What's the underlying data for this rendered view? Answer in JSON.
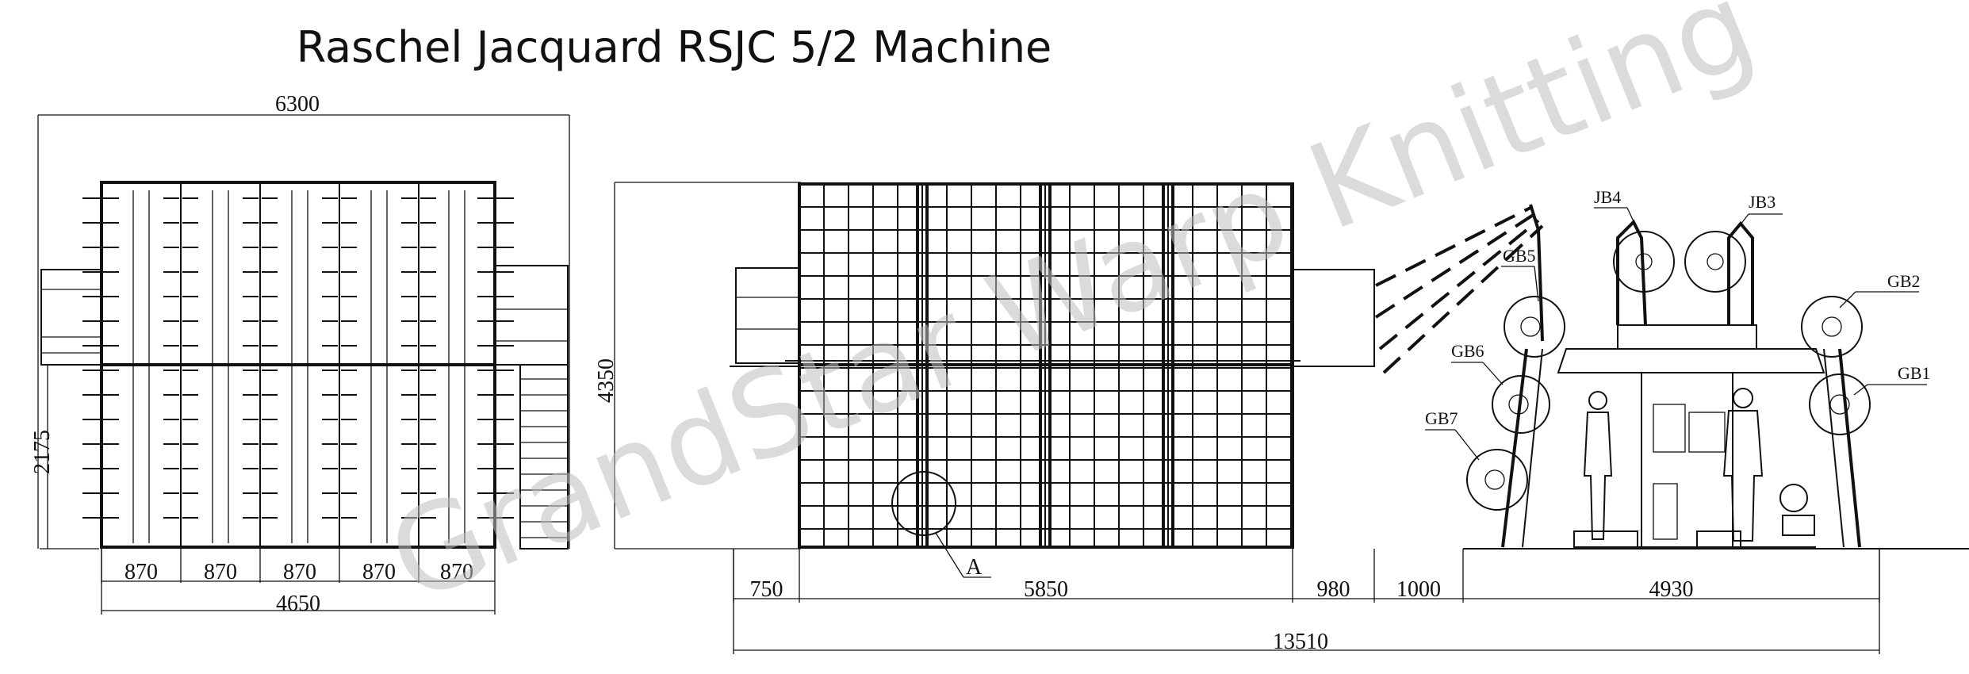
{
  "title": "Raschel Jacquard RSJC 5/2 Machine",
  "watermark": "GrandStar Warp Knitting",
  "top_view": {
    "overall_width": "6300",
    "height": "2175",
    "creel_width": "4650",
    "bay_widths": [
      "870",
      "870",
      "870",
      "870",
      "870"
    ]
  },
  "side_view": {
    "height": "4350",
    "dimensions": [
      "750",
      "5850",
      "980",
      "1000",
      "4930"
    ],
    "overall_length": "13510",
    "detail_label": "A"
  },
  "part_labels": [
    "JB4",
    "JB3",
    "GB5",
    "GB2",
    "GB6",
    "GB1",
    "GB7"
  ]
}
